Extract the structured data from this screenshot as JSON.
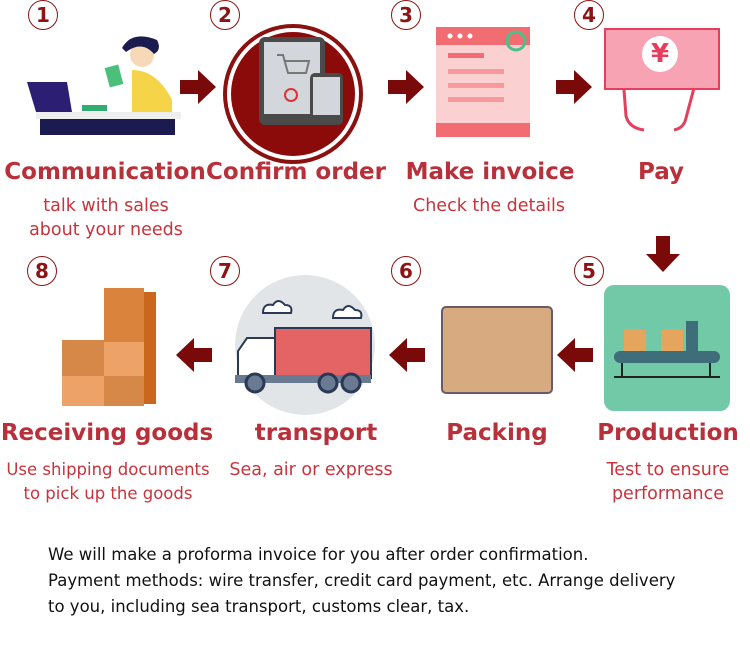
{
  "steps": [
    {
      "number": "1",
      "title": "Communication",
      "desc_lines": [
        "talk with sales",
        "about your needs"
      ]
    },
    {
      "number": "2",
      "title": "Confirm order",
      "desc_lines": []
    },
    {
      "number": "3",
      "title": "Make invoice",
      "desc_lines": [
        "Check the details"
      ]
    },
    {
      "number": "4",
      "title": "Pay",
      "desc_lines": []
    },
    {
      "number": "5",
      "title": "Production",
      "desc_lines": [
        "Test to ensure",
        "performance"
      ]
    },
    {
      "number": "6",
      "title": "Packing",
      "desc_lines": []
    },
    {
      "number": "7",
      "title": "transport",
      "desc_lines": [
        "Sea, air or express"
      ]
    },
    {
      "number": "8",
      "title": "Receiving goods",
      "desc_lines": [
        "Use shipping documents",
        "to pick up the goods"
      ]
    }
  ],
  "pay_symbol": "¥",
  "note_lines": [
    "We will make a proforma invoice for you after order confirmation.",
    "Payment methods: wire transfer, credit card payment, etc. Arrange delivery",
    "to you, including sea transport, customs clear, tax."
  ],
  "colors": {
    "title": "#b8303a",
    "arrow": "#7a0a0a",
    "number": "#8b1414"
  }
}
